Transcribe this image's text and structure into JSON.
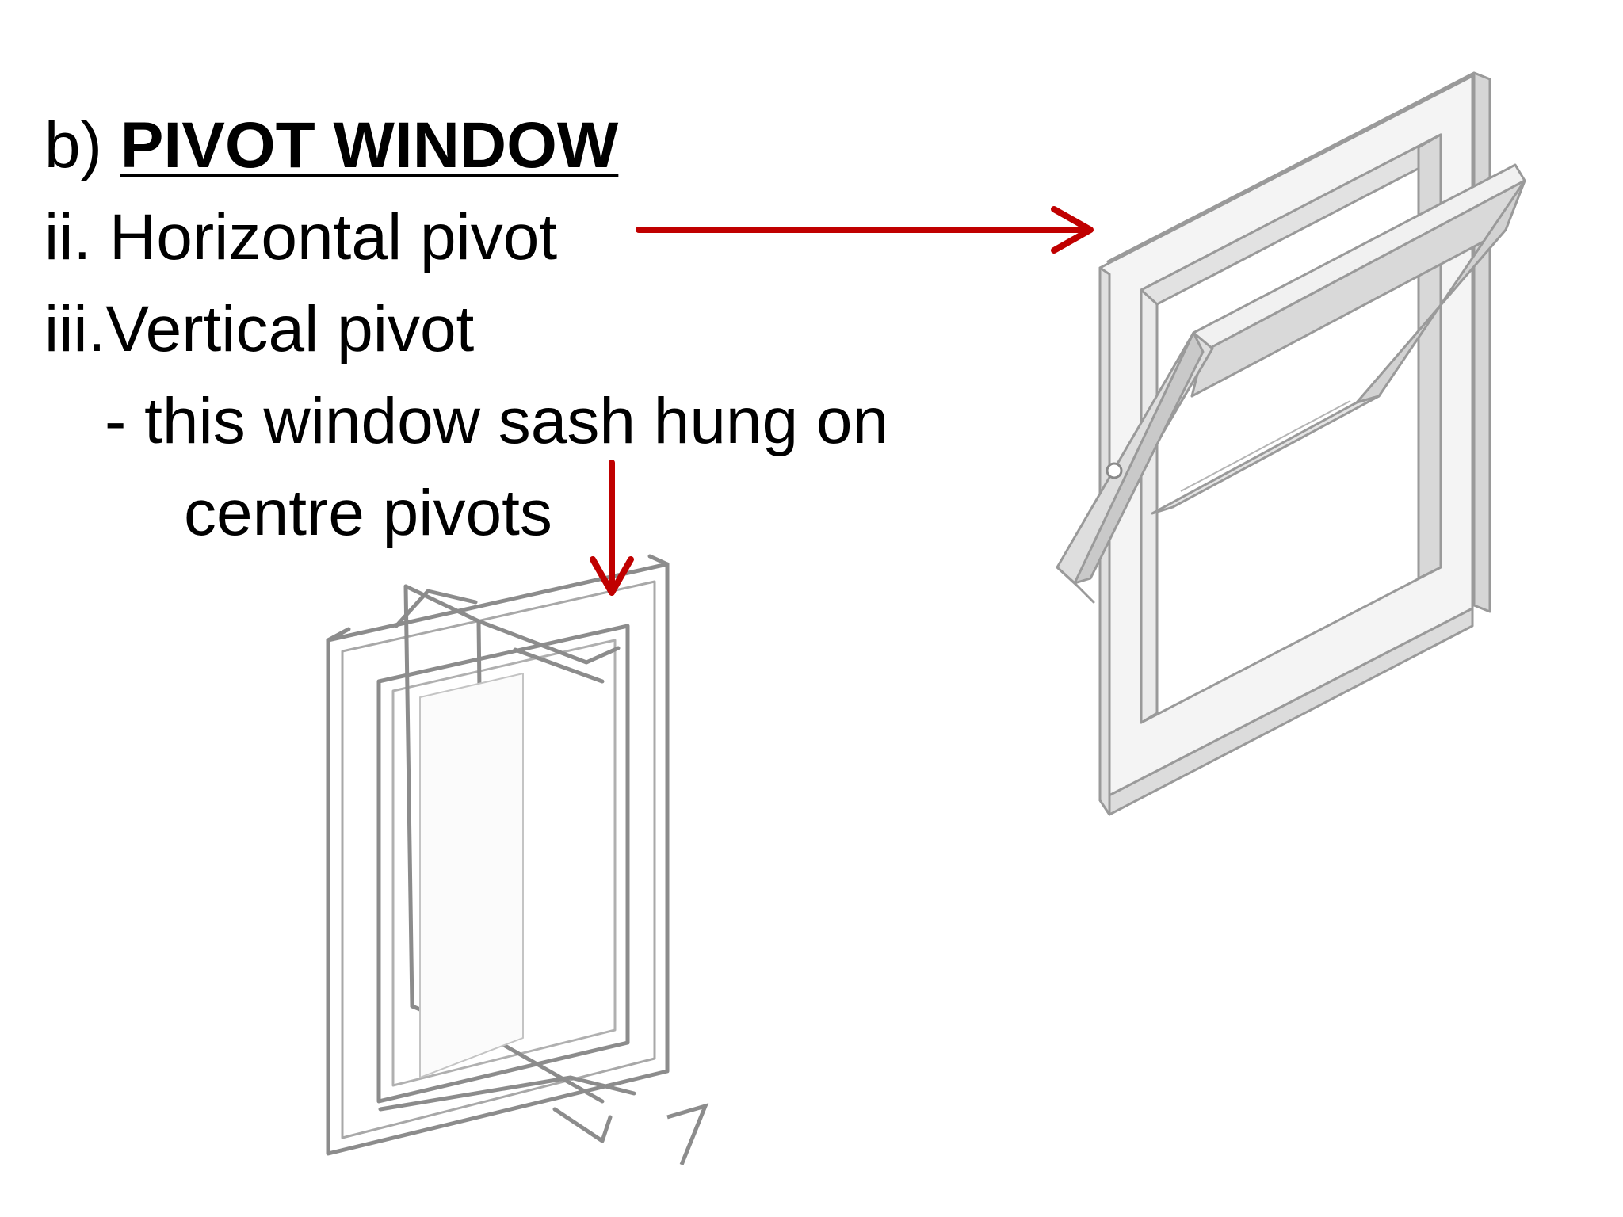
{
  "slide": {
    "title_prefix": "b)",
    "title_main": "PIVOT WINDOW",
    "item_ii": "ii. Horizontal pivot",
    "item_iii": "iii.Vertical pivot",
    "description_line1": "- this window sash hung on",
    "description_line2": "centre pivots"
  },
  "colors": {
    "arrow": "#c00000",
    "frame_face": "#f2f2f2",
    "frame_shade": "#d6d6d6",
    "frame_edge": "#9a9a9a"
  },
  "figures": {
    "horizontal_pivot_window": {
      "icon": "horizontal-pivot-window-illustration"
    },
    "vertical_pivot_window": {
      "icon": "vertical-pivot-window-sketch"
    }
  }
}
